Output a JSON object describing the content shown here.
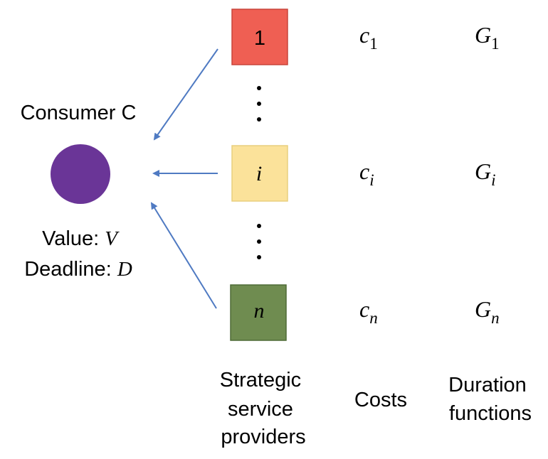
{
  "colors": {
    "provider_1": "#ef5f53",
    "provider_1_stroke": "#c9453b",
    "provider_i": "#fbe29a",
    "provider_i_stroke": "#e8cf7e",
    "provider_n": "#6f8c50",
    "provider_n_stroke": "#4f6b37",
    "consumer": "#6a3597",
    "arrow": "#4f7ac2"
  },
  "consumer": {
    "label": "Consumer C",
    "value_label": "Value: ",
    "value_symbol": "V",
    "deadline_label": "Deadline: ",
    "deadline_symbol": "D"
  },
  "providers": [
    {
      "id": "1",
      "id_style": "upright",
      "cost_base": "c",
      "cost_sub": "1",
      "duration_base": "G",
      "duration_sub": "1",
      "sub_style": "upright"
    },
    {
      "id": "i",
      "id_style": "italic",
      "cost_base": "c",
      "cost_sub": "i",
      "duration_base": "G",
      "duration_sub": "i",
      "sub_style": "italic"
    },
    {
      "id": "n",
      "id_style": "italic",
      "cost_base": "c",
      "cost_sub": "n",
      "duration_base": "G",
      "duration_sub": "n",
      "sub_style": "italic"
    }
  ],
  "column_labels": {
    "providers": [
      "Strategic",
      "service",
      "providers"
    ],
    "costs": [
      "Costs"
    ],
    "durations": [
      "Duration",
      "functions"
    ]
  }
}
